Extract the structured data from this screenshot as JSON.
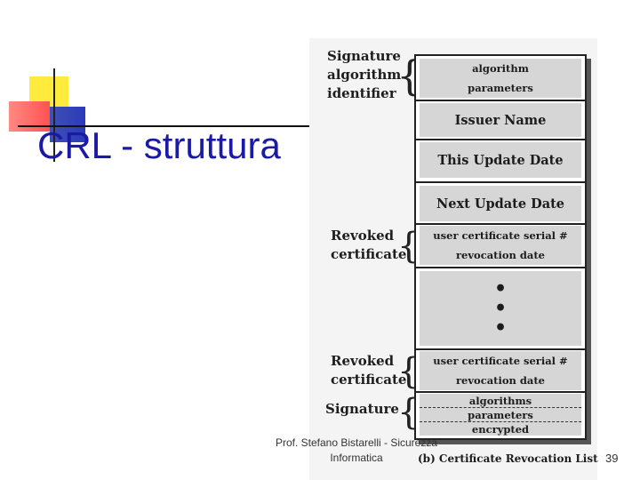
{
  "slide": {
    "title": "CRL - struttura",
    "footer_line1": "Prof. Stefano Bistarelli - Sicurezza",
    "footer_line2": "Informatica",
    "page_number": "39"
  },
  "figure": {
    "labels": {
      "sig_alg_1": "Signature",
      "sig_alg_2": "algorithm",
      "sig_alg_3": "identifier",
      "revoked1_1": "Revoked",
      "revoked1_2": "certificate",
      "revoked2_1": "Revoked",
      "revoked2_2": "certificate",
      "signature": "Signature"
    },
    "fields": {
      "algorithm": "algorithm",
      "parameters": "parameters",
      "issuer_name": "Issuer Name",
      "this_update": "This Update Date",
      "next_update": "Next Update Date",
      "serial_1": "user certificate serial #",
      "revocation_1": "revocation date",
      "serial_2": "user certificate serial #",
      "revocation_2": "revocation date",
      "sig_algorithms": "algorithms",
      "sig_parameters": "parameters",
      "sig_encrypted": "encrypted"
    },
    "ellipsis": [
      "•",
      "•",
      "•"
    ],
    "caption": "(b) Certificate Revocation List"
  }
}
